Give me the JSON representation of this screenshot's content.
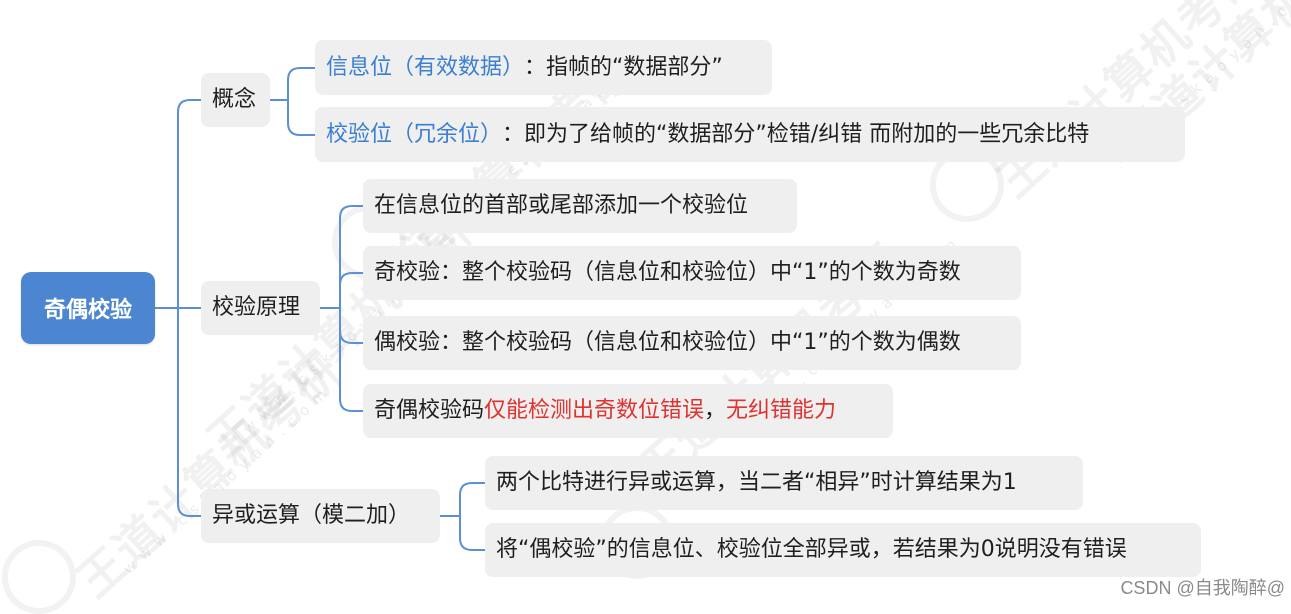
{
  "root": {
    "label": "奇偶校验"
  },
  "concept": {
    "label": "概念",
    "info_bit": {
      "term": "信息位（有效数据）",
      "desc": "：指帧的“数据部分”"
    },
    "check_bit": {
      "term": "校验位（冗余位）",
      "desc": "：即为了给帧的“数据部分”检错/纠错 而附加的一些冗余比特"
    }
  },
  "principle": {
    "label": "校验原理",
    "items": [
      "在信息位的首部或尾部添加一个校验位",
      "奇校验：整个校验码（信息位和校验位）中“1”的个数为奇数",
      "偶校验：整个校验码（信息位和校验位）中“1”的个数为偶数"
    ],
    "limit": {
      "prefix": "奇偶校验码",
      "red1": "仅能检测出奇数位错误",
      "comma": "，",
      "red2": "无纠错能力"
    }
  },
  "xor": {
    "label": "异或运算（模二加）",
    "items": [
      "两个比特进行异或运算，当二者“相异”时计算结果为1",
      "将“偶校验”的信息位、校验位全部异或，若结果为0说明没有错误"
    ]
  },
  "watermark": {
    "brand": "王道计算机考研",
    "site": "www.cskaoyan.com"
  },
  "credit": "CSDN @自我陶醉@",
  "colors": {
    "root_bg": "#4d86d0",
    "node_bg": "#efefef",
    "connector": "#5b8fd6",
    "term_blue": "#3a7fd0",
    "alert_red": "#e0322e"
  }
}
